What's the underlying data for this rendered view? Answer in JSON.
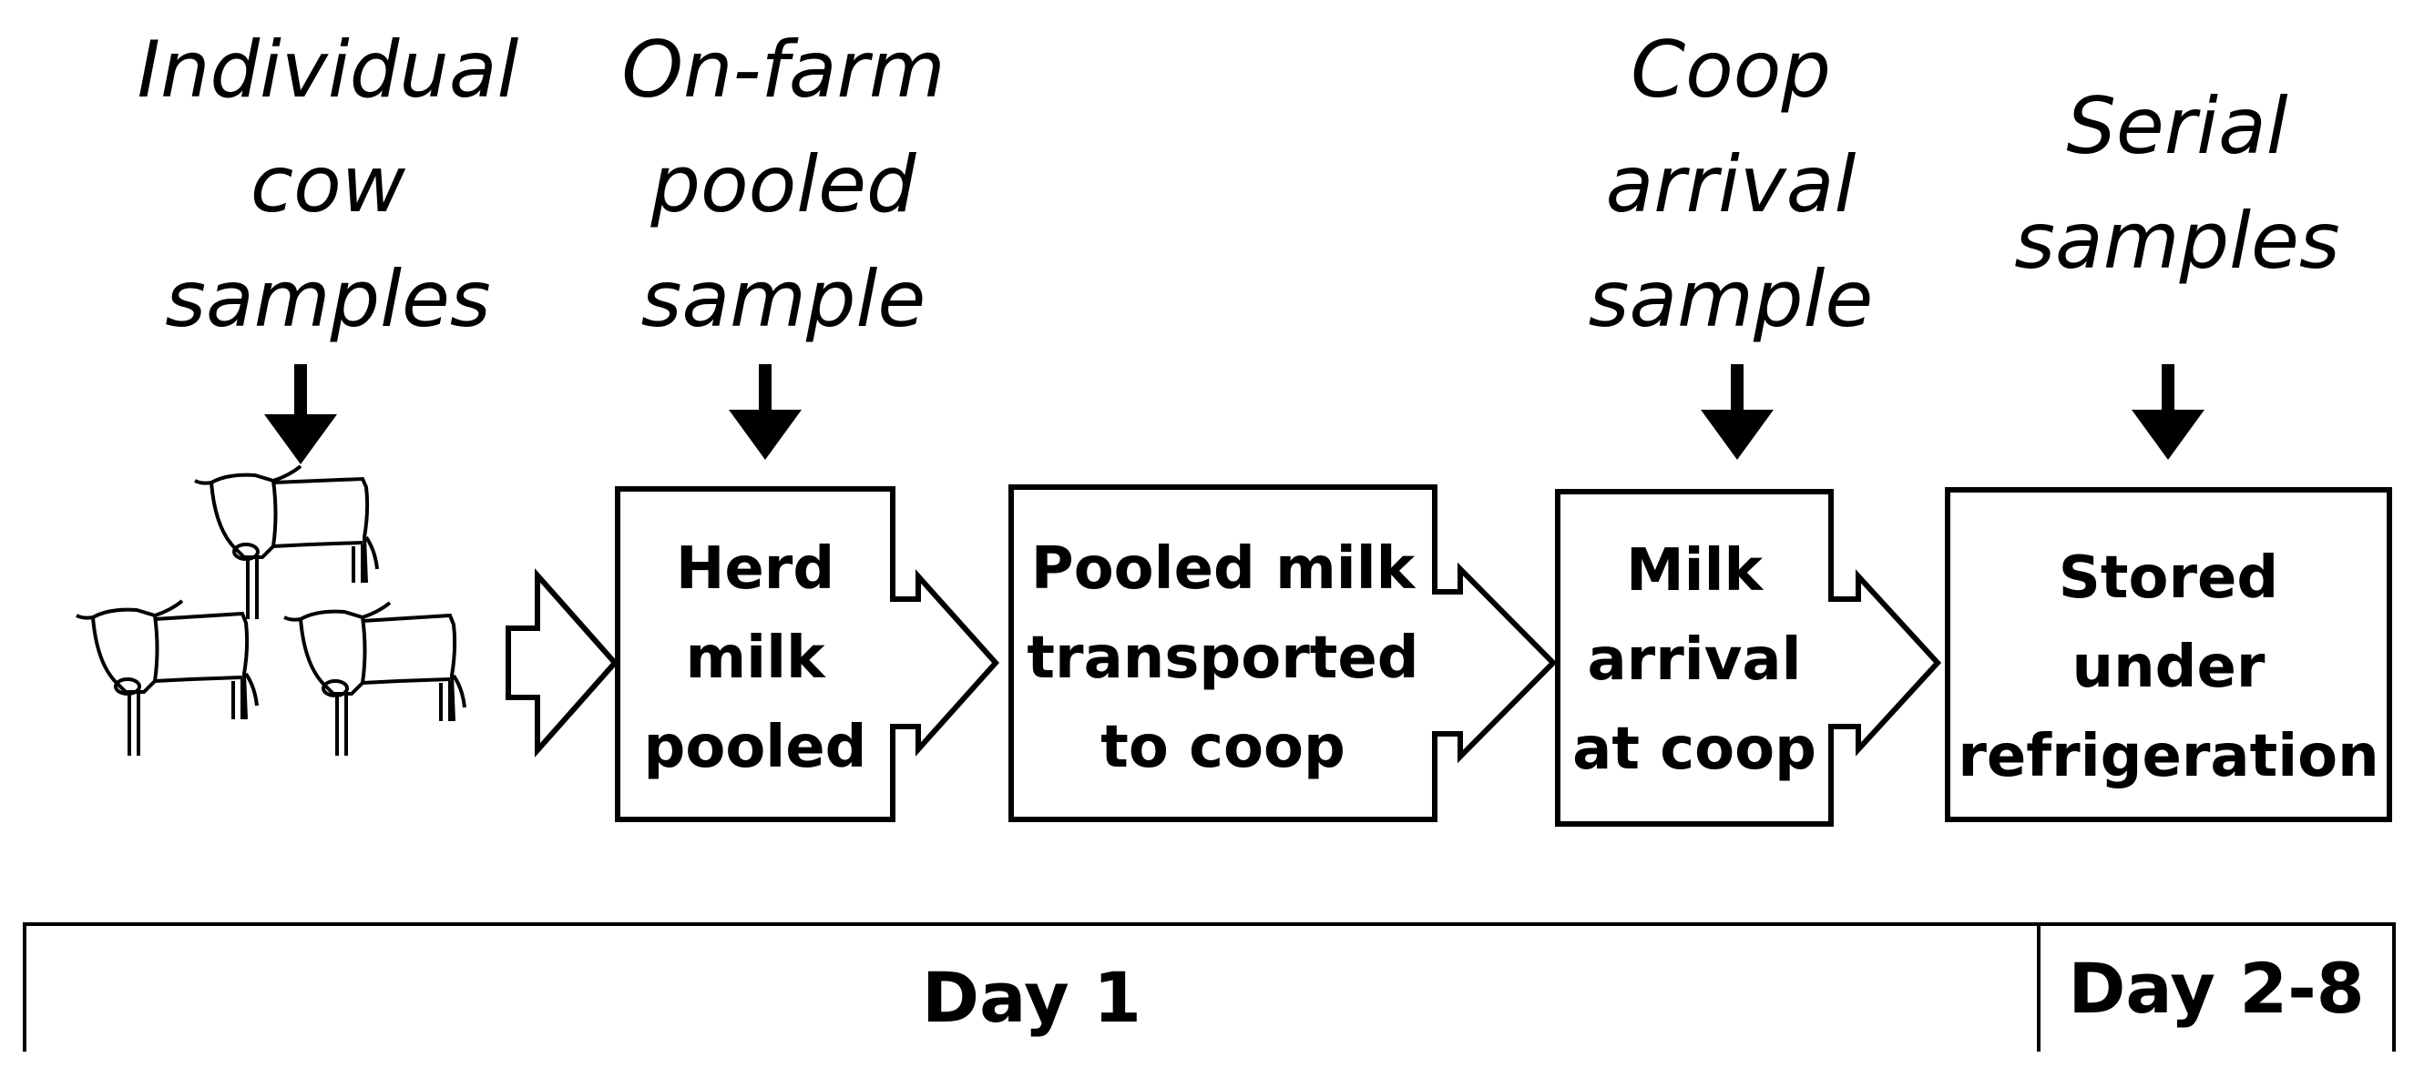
{
  "sample_labels": [
    {
      "lines": [
        "Individual",
        "cow",
        "samples"
      ]
    },
    {
      "lines": [
        "On-farm",
        "pooled",
        "sample"
      ]
    },
    {
      "lines": [
        "Coop",
        "arrival",
        "sample"
      ]
    },
    {
      "lines": [
        "Serial",
        "samples"
      ]
    }
  ],
  "steps": [
    {
      "lines": [
        "Herd",
        "milk",
        "pooled"
      ]
    },
    {
      "lines": [
        "Pooled milk",
        "transported",
        "to coop"
      ]
    },
    {
      "lines": [
        "Milk",
        "arrival",
        "at coop"
      ]
    },
    {
      "lines": [
        "Stored",
        "under",
        "refrigeration"
      ]
    }
  ],
  "timeline": {
    "day1": "Day 1",
    "day2_8": "Day 2-8"
  }
}
